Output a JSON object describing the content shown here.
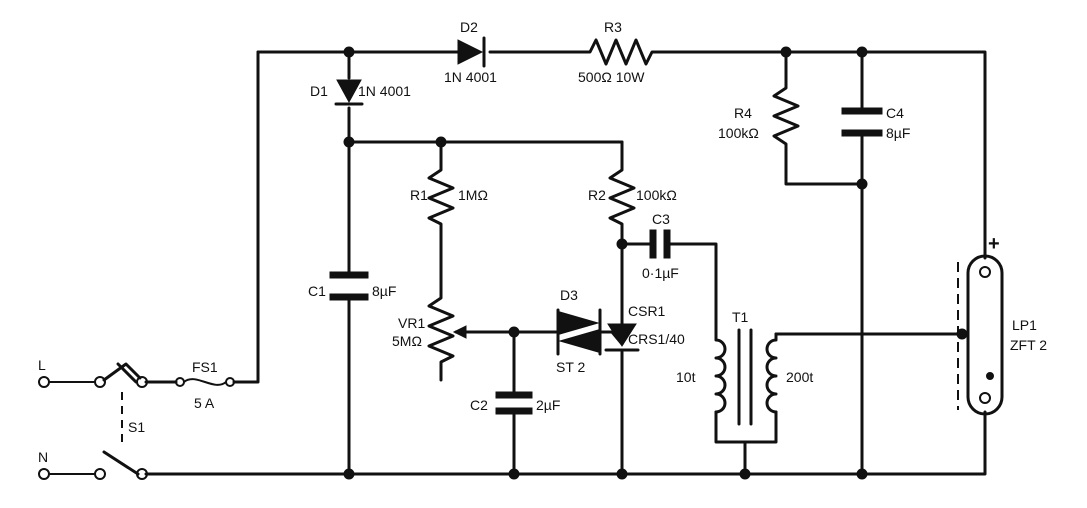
{
  "labels": {
    "line": "L",
    "neutral": "N",
    "switch": "S1",
    "fuse": "FS1",
    "fuse_rating": "5 A",
    "d1": "D1",
    "d1_part": "1N 4001",
    "d2": "D2",
    "d2_part": "1N 4001",
    "r3": "R3",
    "r3_value": "500Ω 10W",
    "r4": "R4",
    "r4_value": "100kΩ",
    "c4": "C4",
    "c4_value": "8µF",
    "r1": "R1",
    "r1_value": "1MΩ",
    "r2": "R2",
    "r2_value": "100kΩ",
    "c3": "C3",
    "c3_value": "0·1µF",
    "c1": "C1",
    "c1_value": "8µF",
    "vr1": "VR1",
    "vr1_value": "5MΩ",
    "d3": "D3",
    "d3_part": "ST 2",
    "csr1": "CSR1",
    "csr1_part": "CRS1/40",
    "c2": "C2",
    "c2_value": "2µF",
    "t1": "T1",
    "t1_primary": "10t",
    "t1_secondary": "200t",
    "lp1": "LP1",
    "lp1_part": "ZFT 2",
    "plus": "+"
  }
}
